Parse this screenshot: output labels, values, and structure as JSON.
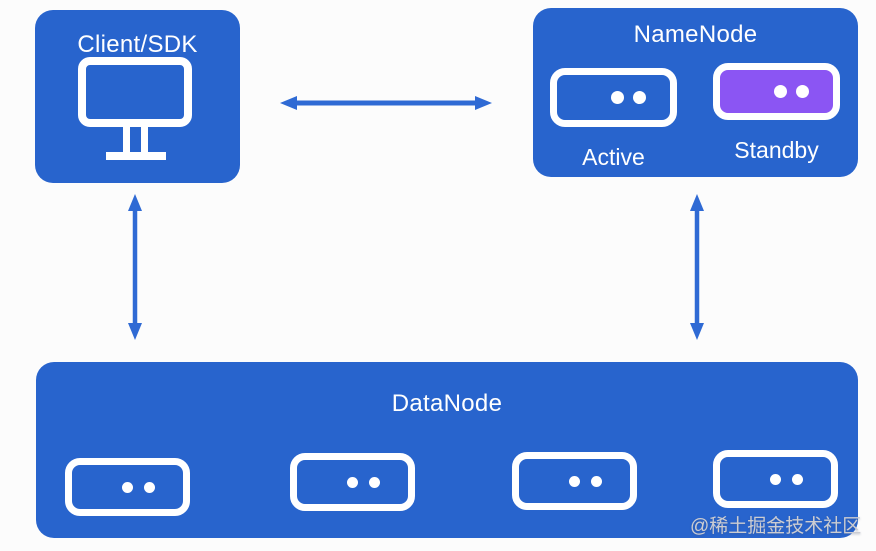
{
  "colors": {
    "node_blue": "#2864cd",
    "arrow_blue": "#2f6ad4",
    "standby_purple": "#8b55f3",
    "icon_stroke": "#ffffff",
    "canvas_background": "#fcfcfc",
    "watermark_text": "#cbccd2"
  },
  "client_box": {
    "label": "Client/SDK",
    "icon": "monitor-icon"
  },
  "namenode_box": {
    "title": "NameNode",
    "nodes": [
      {
        "label": "Active",
        "fill": "blue-outline"
      },
      {
        "label": "Standby",
        "fill": "#8b55f3"
      }
    ]
  },
  "datanode_box": {
    "title": "DataNode",
    "server_count": 4
  },
  "edges": [
    {
      "from": "client-sdk",
      "to": "namenode",
      "style": "double-headed-horizontal"
    },
    {
      "from": "client-sdk",
      "to": "datanode",
      "style": "double-headed-vertical"
    },
    {
      "from": "namenode",
      "to": "datanode",
      "style": "double-headed-vertical"
    }
  ],
  "watermark": {
    "text": "@稀土掘金技术社区"
  }
}
